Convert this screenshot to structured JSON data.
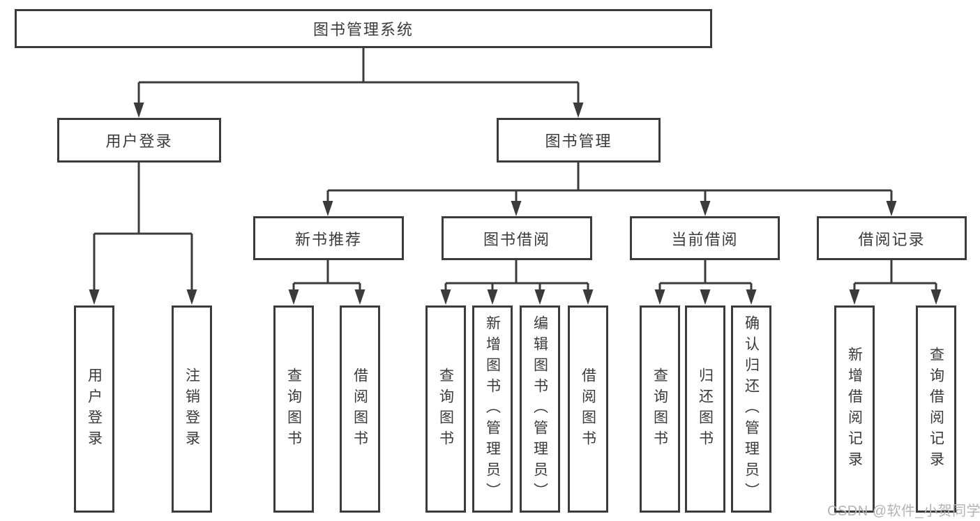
{
  "diagram": {
    "nodes": {
      "root": "图书管理系统",
      "user_login": "用户登录",
      "book_management": "图书管理",
      "new_book_recommend": "新书推荐",
      "book_borrowing": "图书借阅",
      "current_borrowing": "当前借阅",
      "borrowing_records": "借阅记录",
      "leaf_user_login": "用户登录",
      "leaf_logout": "注销登录",
      "leaf_query_book_rec": "查询图书",
      "leaf_borrow_book_rec": "借阅图书",
      "leaf_query_book_borrow": "查询图书",
      "leaf_add_book_admin": "新增图书（管理员）",
      "leaf_edit_book_admin": "编辑图书（管理员）",
      "leaf_borrow_book": "借阅图书",
      "leaf_query_book_current": "查询图书",
      "leaf_return_book": "归还图书",
      "leaf_confirm_return_admin": "确认归还（管理员）",
      "leaf_add_borrow_record": "新增借阅记录",
      "leaf_query_borrow_record": "查询借阅记录"
    },
    "colors": {
      "line": "#3b3b3b",
      "text": "#3a3a3a",
      "background": "#ffffff",
      "watermark": "#b3b3b3"
    }
  },
  "watermark": "CSDN @软件_小贺同学"
}
